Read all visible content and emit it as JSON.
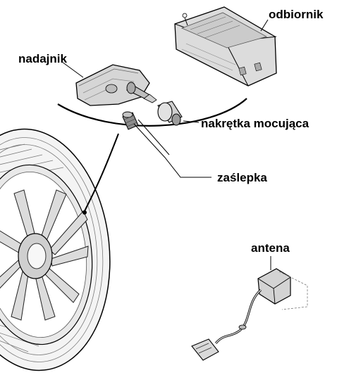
{
  "labels": {
    "receiver": "odbiornik",
    "transmitter": "nadajnik",
    "mounting_nut": "nakrętka mocująca",
    "cap": "zaślepka",
    "antenna": "antena"
  },
  "colors": {
    "line": "#000000",
    "part_fill": "#d9d9d9",
    "part_shade": "#bcbcbc",
    "tire_fill": "#f2f2f2"
  },
  "icons": {
    "receiver": "receiver-module-drawing",
    "transmitter": "tpms-sensor-drawing",
    "nut": "nut-drawing",
    "cap": "valve-cap-drawing",
    "wheel": "wheel-drawing",
    "antenna": "antenna-drawing"
  }
}
